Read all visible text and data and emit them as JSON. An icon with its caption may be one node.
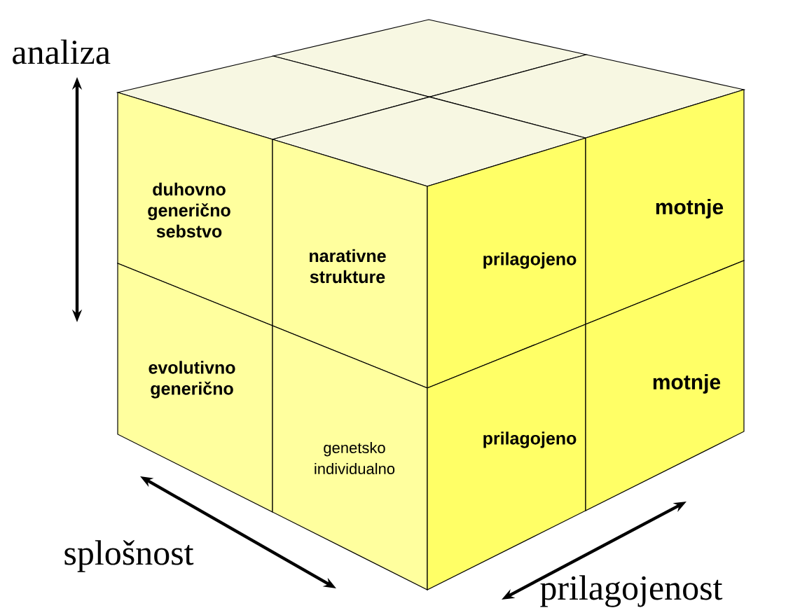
{
  "diagram": {
    "nodes": [
      {
        "text": [],
        "shape": "diamond"
      },
      {
        "text": [],
        "shape": "diamond"
      },
      {
        "text": [],
        "shape": "diamond"
      },
      {
        "text": [],
        "shape": "diamond"
      },
      {
        "text": [
          "duhovno generično sebstvo"
        ]
      },
      {
        "text": [
          "narativne strukture"
        ]
      },
      {
        "text": [
          "prilagojeno"
        ]
      },
      {
        "text": [
          "motnje"
        ]
      },
      {
        "text": [
          "evolutivno generično"
        ]
      },
      {
        "text": [
          "genetsko individualno"
        ]
      },
      {
        "text": [
          "prilagojeno"
        ]
      },
      {
        "text": [
          "motnje"
        ]
      }
    ],
    "labels": [
      "analiza",
      "splošnost",
      "prilagojenost"
    ]
  }
}
